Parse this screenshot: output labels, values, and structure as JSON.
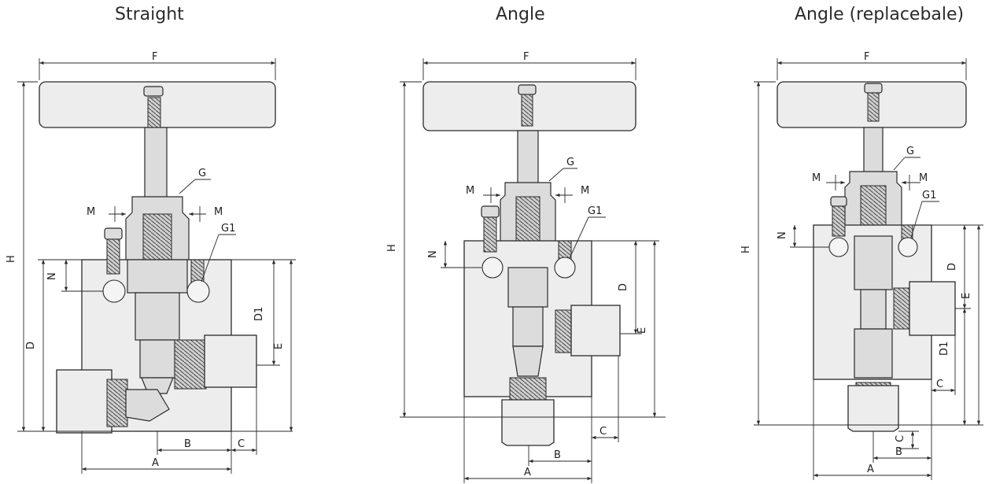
{
  "titles": {
    "straight": "Straight",
    "angle": "Angle",
    "angle_replaceable": "Angle (replacebale)"
  },
  "labels": {
    "A": "A",
    "B": "B",
    "C": "C",
    "D": "D",
    "D1": "D1",
    "E": "E",
    "F": "F",
    "G": "G",
    "G1": "G1",
    "H": "H",
    "M": "M",
    "N": "N"
  }
}
